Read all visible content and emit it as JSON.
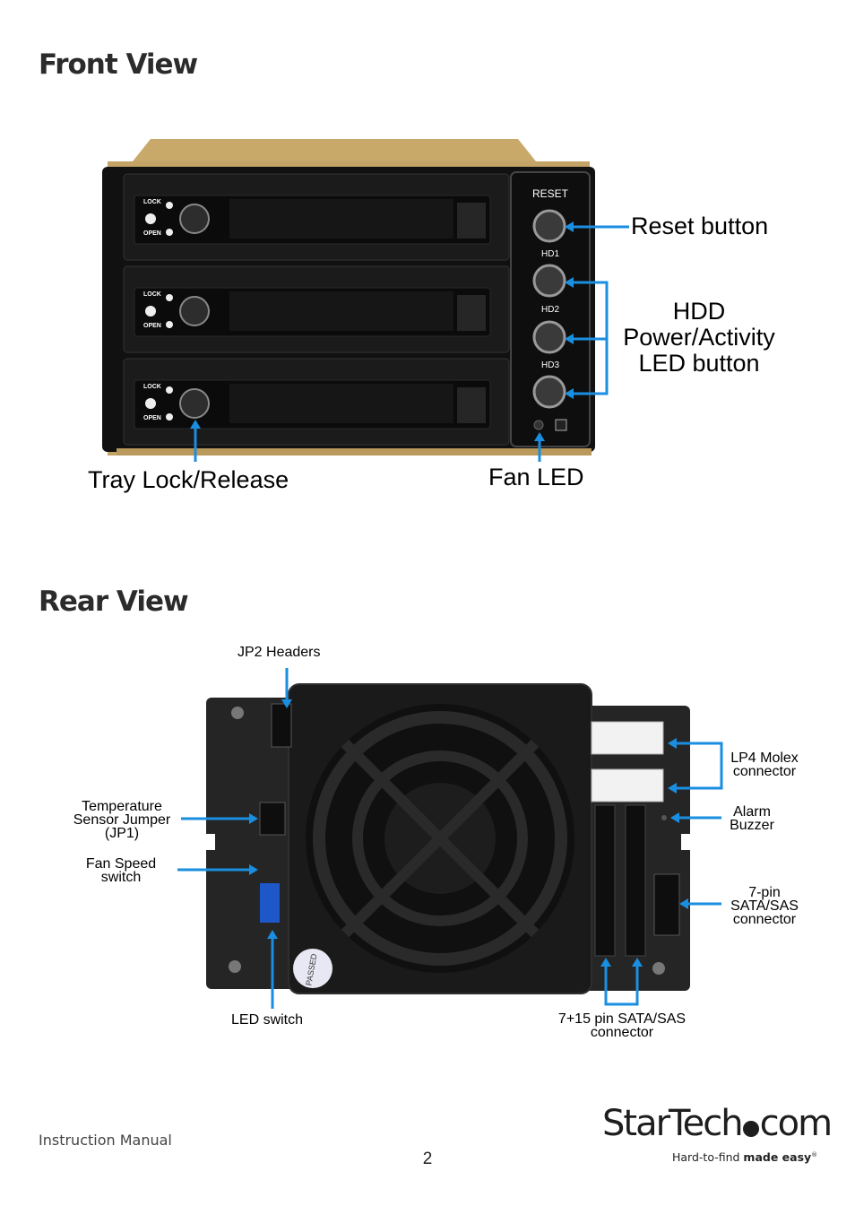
{
  "front": {
    "heading": "Front View",
    "bays": [
      {
        "lock": "LOCK",
        "open": "OPEN"
      },
      {
        "lock": "LOCK",
        "open": "OPEN"
      },
      {
        "lock": "LOCK",
        "open": "OPEN"
      }
    ],
    "panel": {
      "reset": "RESET",
      "hd1": "HD1",
      "hd2": "HD2",
      "hd3": "HD3"
    },
    "callouts": {
      "reset_button": "Reset button",
      "hdd_led_line1": "HDD",
      "hdd_led_line2": "Power/Activity",
      "hdd_led_line3": "LED button",
      "tray_lock": "Tray Lock/Release",
      "fan_led": "Fan LED"
    }
  },
  "rear": {
    "heading": "Rear View",
    "sticker": "PASSED",
    "callouts": {
      "jp2": "JP2 Headers",
      "temp_line1": "Temperature",
      "temp_line2": "Sensor Jumper",
      "temp_line3": "(JP1)",
      "fan_line1": "Fan Speed",
      "fan_line2": "switch",
      "led_switch": "LED switch",
      "lp4_line1": "LP4 Molex",
      "lp4_line2": "connector",
      "alarm_line1": "Alarm",
      "alarm_line2": "Buzzer",
      "sata7_line1": "7-pin",
      "sata7_line2": "SATA/SAS",
      "sata7_line3": "connector",
      "sata715_line1": "7+15 pin SATA/SAS",
      "sata715_line2": "connector"
    }
  },
  "footer": {
    "manual": "Instruction Manual",
    "page": "2",
    "logo_left": "StarTech",
    "logo_right": "com",
    "tagline_plain": "Hard-to-find ",
    "tagline_bold": "made easy",
    "tagline_mark": "®"
  },
  "colors": {
    "callout_line": "#1a8ee0",
    "chassis": "#1c1c1c",
    "bezel": "#101010",
    "gold": "#c9a96a"
  }
}
